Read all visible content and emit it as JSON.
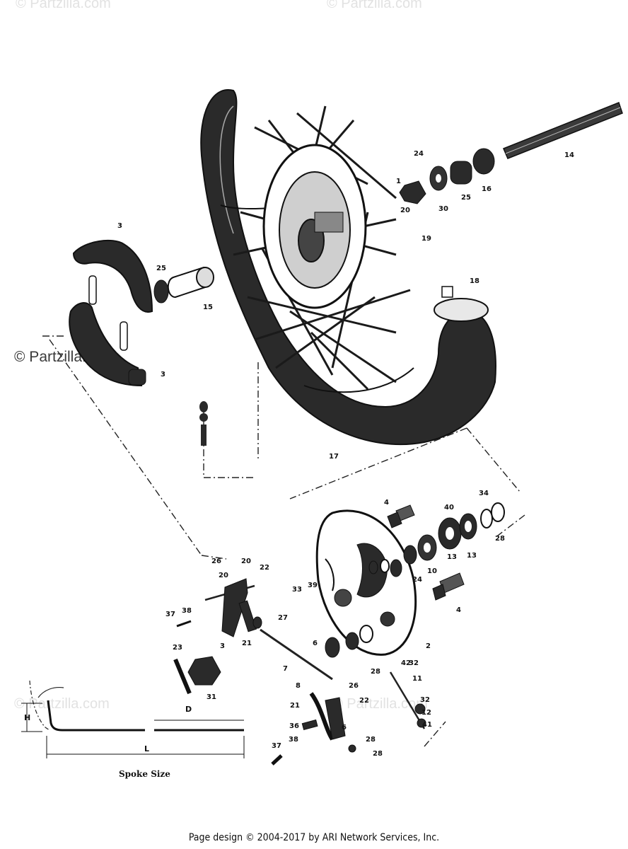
{
  "watermarks": [
    "© Partzilla.com",
    "© Partzilla.com",
    "© Partzilla.com",
    "© Partzilla.com",
    "© Partzilla.com"
  ],
  "spoke_caption": "Spoke Size",
  "spoke_dims": {
    "h": "H",
    "d": "D",
    "l": "L"
  },
  "footer": "Page design © 2004-2017 by ARI Network Services, Inc.",
  "callouts": [
    "14",
    "24",
    "1",
    "20",
    "30",
    "25",
    "16",
    "19",
    "3",
    "25",
    "15",
    "18",
    "3",
    "17",
    "4",
    "40",
    "34",
    "13",
    "10",
    "28",
    "26",
    "20",
    "20",
    "22",
    "33",
    "39",
    "24",
    "13",
    "4",
    "28",
    "2",
    "37",
    "38",
    "27",
    "21",
    "3",
    "6",
    "42",
    "23",
    "32",
    "7",
    "31",
    "11",
    "8",
    "26",
    "22",
    "32",
    "21",
    "12",
    "41",
    "36",
    "6",
    "37",
    "38",
    "28",
    "28"
  ],
  "colors": {
    "ink": "#1a1a1a",
    "tire": "#2a2a2a",
    "watermark": "#e2e2e2"
  }
}
